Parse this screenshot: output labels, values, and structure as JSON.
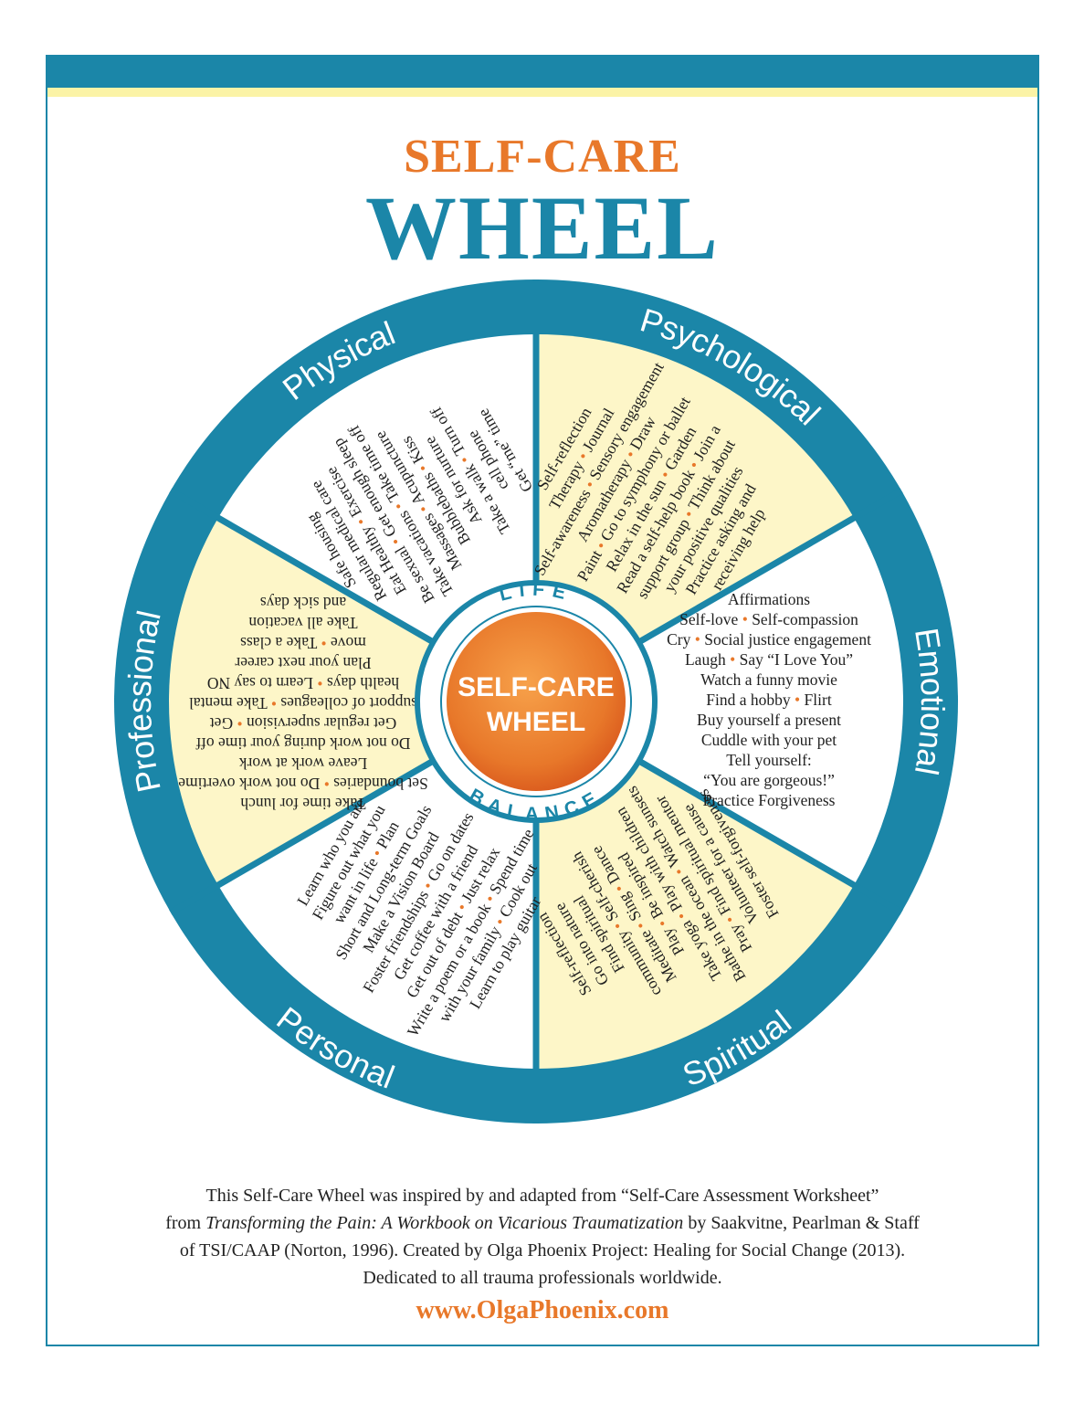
{
  "title": {
    "line1": "SELF-CARE",
    "line2": "WHEEL"
  },
  "center": {
    "line1": "SELF-CARE",
    "line2": "WHEEL",
    "ring_top": "LIFE",
    "ring_bottom": "BALANCE"
  },
  "colors": {
    "teal": "#1b86a8",
    "orange": "#e8782a",
    "cream": "#fdf6c8",
    "white": "#ffffff",
    "bullet": "#e8782a"
  },
  "segments": [
    {
      "id": "physical",
      "title": "Physical",
      "fill": "white",
      "lines": [
        "Safe housing",
        "Regular medical care",
        "Eat Healthy • Exercise",
        "Be sexual • Get enough sleep",
        "Take vacations • Take time off",
        "Massages • Acupuncture",
        "Bubblebaths • Kiss",
        "Ask for nurture",
        "Take a walk • Turn off",
        "cell phone",
        "Get “me” time"
      ]
    },
    {
      "id": "psychological",
      "title": "Psychological",
      "fill": "cream",
      "lines": [
        "Self-reflection",
        "Therapy • Journal",
        "Self-awareness • Sensory engagement",
        "Aromatherapy • Draw",
        "Paint • Go to symphony or ballet",
        "Relax in the sun • Garden",
        "Read a self-help book • Join a",
        "support group • Think about",
        "your positive qualities",
        "Practice asking and",
        "receiving help"
      ]
    },
    {
      "id": "emotional",
      "title": "Emotional",
      "fill": "white",
      "lines": [
        "Affirmations",
        "Self-love • Self-compassion",
        "Cry • Social justice engagement",
        "Laugh • Say “I Love You”",
        "Watch a funny movie",
        "Find a hobby • Flirt",
        "Buy yourself a present",
        "Cuddle with your pet",
        "Tell yourself:",
        "“You are gorgeous!”",
        "Practice Forgiveness"
      ]
    },
    {
      "id": "spiritual",
      "title": "Spiritual",
      "fill": "cream",
      "lines": [
        "Self-reflection",
        "Go into nature",
        "Find spiritual",
        "community • Self-cherish",
        "Meditate • Sing • Dance",
        "Play • Be inspired",
        "Take yoga • Play with children",
        "Bathe in the ocean • Watch sunsets",
        "Pray • Find spiritual mentor",
        "Volunteer for a cause",
        "Foster self-forgiveness"
      ]
    },
    {
      "id": "personal",
      "title": "Personal",
      "fill": "white",
      "lines": [
        "Learn who you are",
        "Figure out what you",
        "want in life • Plan",
        "Short and Long-term Goals",
        "Make a Vision Board",
        "Foster friendships • Go on dates",
        "Get coffee with a friend",
        "Get out of debt • Just relax",
        "Write a poem or a book • Spend time",
        "with your family • Cook out",
        "Learn to play guitar"
      ]
    },
    {
      "id": "professional",
      "title": "Professional",
      "fill": "cream",
      "lines": [
        "Take time for lunch",
        "Set boundaries • Do not work overtime",
        "Leave work at work",
        "Do not work during your time off",
        "Get regular supervision • Get",
        "support of colleagues • Take mental",
        "health days • Learn to say NO",
        "Plan your next career",
        "move • Take a class",
        "Take all vacation",
        "and sick days"
      ]
    }
  ],
  "footer": {
    "line1": "This Self-Care Wheel was inspired by and adapted from “Self-Care Assessment Worksheet”",
    "line2_pre": "from ",
    "line2_ital": "Transforming the Pain: A Workbook on Vicarious Traumatization",
    "line2_post": " by Saakvitne, Pearlman & Staff",
    "line3": "of TSI/CAAP (Norton, 1996). Created by Olga Phoenix Project: Healing for Social Change (2013).",
    "line4": "Dedicated to all trauma professionals worldwide.",
    "website": "www.OlgaPhoenix.com"
  }
}
